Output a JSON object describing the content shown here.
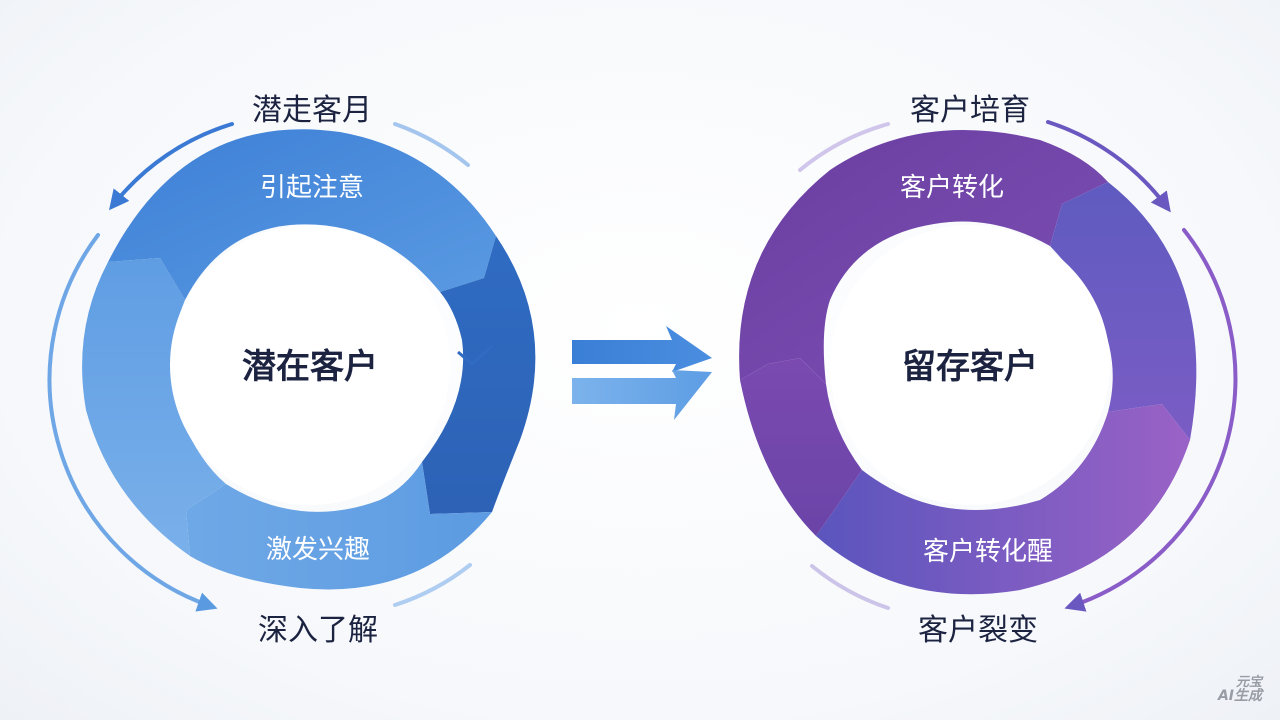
{
  "left_cycle": {
    "center": "潜在客户",
    "top_outer": "潜走客月",
    "inner_top": "引起注意",
    "inner_bottom": "激发兴趣",
    "bottom_outer": "深入了解"
  },
  "right_cycle": {
    "center": "留存客户",
    "top_outer": "客户培育",
    "inner_top": "客户转化",
    "inner_bottom": "客户转化醒",
    "bottom_outer": "客户裂变"
  },
  "watermark": {
    "line1": "元宝",
    "line2": "AI生成"
  },
  "colors": {
    "blue_dark": "#2f6fc4",
    "blue_mid": "#4b8ee0",
    "blue_light": "#7fb1ea",
    "purple_dark": "#6a3fa0",
    "purple_mid": "#7a4fb8",
    "purple_light": "#9a6ac8",
    "text_dark": "#1c2340"
  },
  "icons": [
    "double-arrow-right-icon",
    "cycle-arrow-icon"
  ]
}
